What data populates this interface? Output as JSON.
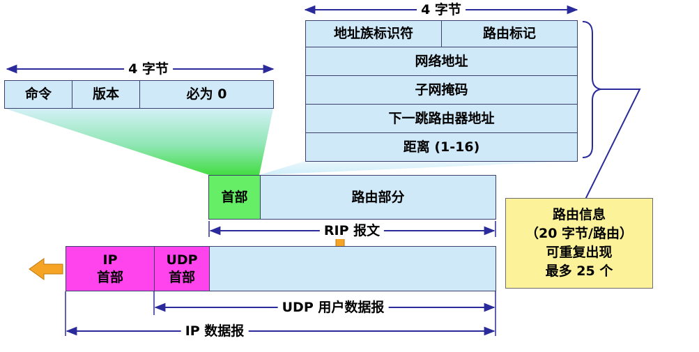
{
  "header_fields": {
    "span_label": "4 字节",
    "command": "命令",
    "version": "版本",
    "must_be_zero": "必为 0"
  },
  "route_entry": {
    "span_label": "4 字节",
    "address_family": "地址族标识符",
    "route_tag": "路由标记",
    "network_address": "网络地址",
    "subnet_mask": "子网掩码",
    "next_hop": "下一跳路由器地址",
    "distance": "距离 (1-16)"
  },
  "rip_message": {
    "header": "首部",
    "routing_part": "路由部分",
    "span_label": "RIP 报文"
  },
  "note": {
    "lines": [
      "路由信息",
      "（20 字节/路由）",
      "可重复出现",
      "最多 25 个"
    ]
  },
  "ip_datagram": {
    "ip_header_line1": "IP",
    "ip_header_line2": "首部",
    "udp_header_line1": "UDP",
    "udp_header_line2": "首部",
    "udp_span_label": "UDP 用户数据报",
    "ip_span_label": "IP 数据报"
  },
  "colors": {
    "cell_fill": "#cfe9f9",
    "rip_header_fill": "#66ee66",
    "ip_header_fill": "#ff44ee",
    "note_fill": "#fbf29a",
    "arrow_orange": "#f5a425",
    "dimension_line": "#2a2a9a"
  }
}
